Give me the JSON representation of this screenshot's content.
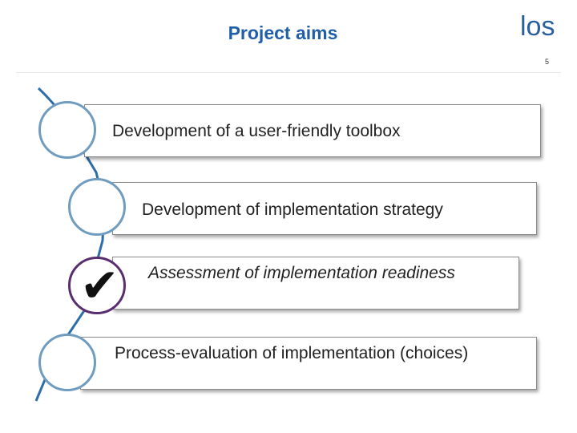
{
  "slide": {
    "title": "Project aims",
    "number": "5",
    "logo": {
      "text": "los",
      "subtext": ""
    }
  },
  "steps": [
    {
      "label": "Development of a user-friendly toolbox",
      "checked": false,
      "style": "normal"
    },
    {
      "label": "Development of implementation strategy",
      "checked": false,
      "style": "normal"
    },
    {
      "label": "Assessment of implementation readiness",
      "checked": true,
      "style": "italic"
    },
    {
      "label": "Process-evaluation of implementation (choices)",
      "checked": false,
      "style": "normal"
    }
  ],
  "icons": {
    "check": "checkmark-icon"
  },
  "colors": {
    "title": "#1f5fa8",
    "circle_border": "#6f9cbf",
    "checked_circle_border": "#5a2e6e",
    "connector": "#2d6ea8"
  }
}
